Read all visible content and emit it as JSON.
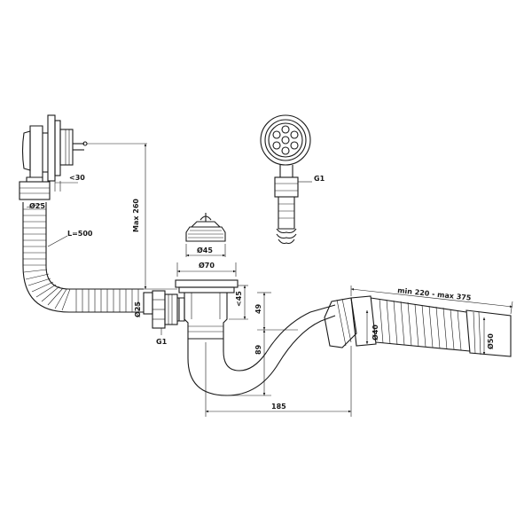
{
  "labels": {
    "overflow_angle": "<30",
    "overflow_diameter": "Ø25",
    "hose_length": "L=500",
    "max_height": "Max 260",
    "hose_diameter_left": "Ø25",
    "thread_left": "G1",
    "plug_diameter": "Ø45",
    "drain_diameter": "Ø70",
    "depth_45": "<45",
    "height_49": "49",
    "height_89": "89",
    "length_185": "185",
    "strainer_thread": "G1",
    "outlet_length": "min 220 - max 375",
    "outlet_diameter_40": "Ø40",
    "outlet_diameter_50": "Ø50"
  }
}
